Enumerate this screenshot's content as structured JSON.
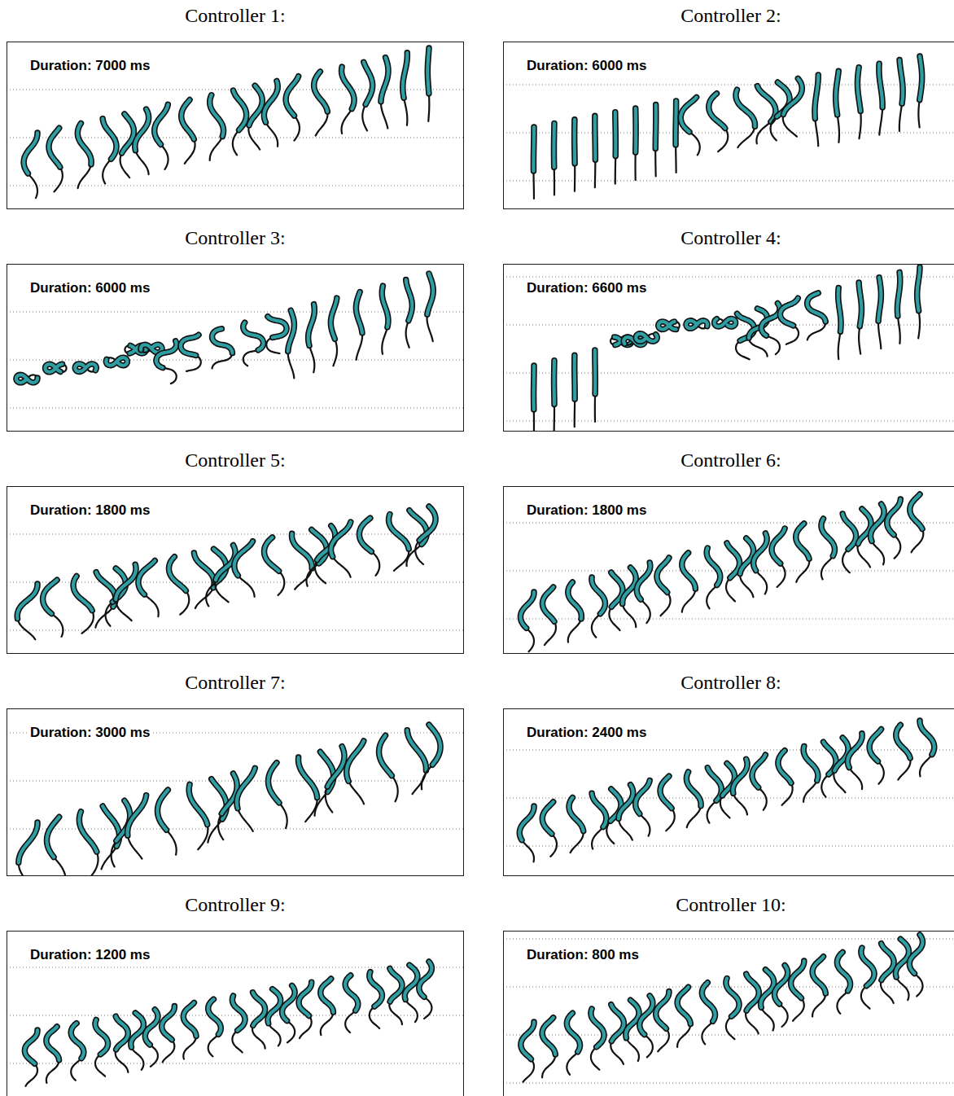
{
  "diagram": {
    "nodes": [
      {
        "text": [
          "Controller 1:",
          "Duration: 7000 ms"
        ]
      },
      {
        "text": [
          "Controller 2:",
          "Duration: 6000 ms"
        ]
      },
      {
        "text": [
          "Controller 3:",
          "Duration: 6000 ms"
        ]
      },
      {
        "text": [
          "Controller 4:",
          "Duration: 6600 ms"
        ]
      },
      {
        "text": [
          "Controller 5:",
          "Duration: 1800 ms"
        ]
      },
      {
        "text": [
          "Controller 6:",
          "Duration: 1800 ms"
        ]
      },
      {
        "text": [
          "Controller 7:",
          "Duration: 3000 ms"
        ]
      },
      {
        "text": [
          "Controller 8:",
          "Duration: 2400 ms"
        ]
      },
      {
        "text": [
          "Controller 9:",
          "Duration: 1200 ms"
        ]
      },
      {
        "text": [
          "Controller 10:",
          "Duration: 800 ms"
        ]
      }
    ]
  }
}
